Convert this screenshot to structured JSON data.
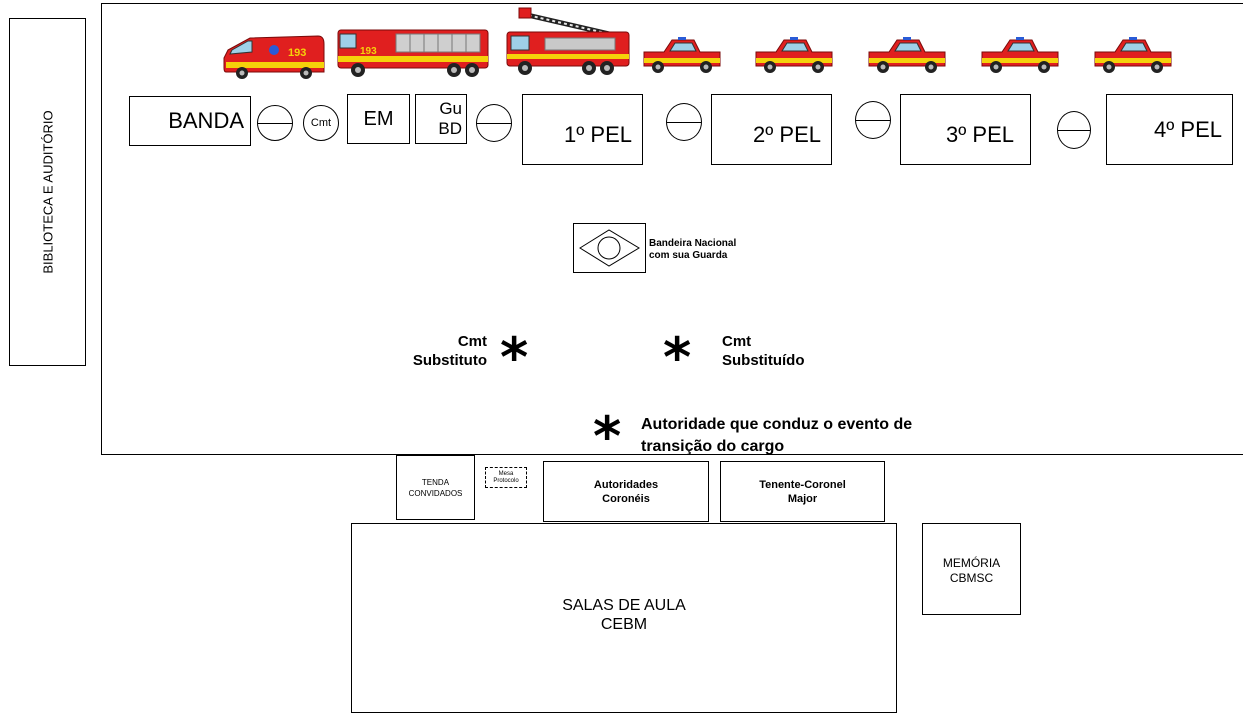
{
  "side_box": {
    "label": "BIBLIOTECA E AUDITÓRIO"
  },
  "formation": {
    "banda": "BANDA",
    "cmt": "Cmt",
    "em": "EM",
    "gu_bd": "Gu\nBD",
    "pel1": "1º PEL",
    "pel2": "2º PEL",
    "pel3": "3º PEL",
    "pel4": "4º PEL"
  },
  "vehicles": {
    "ambulance_number": "193",
    "truck_number": "193",
    "pickup_count": 5
  },
  "flag": {
    "label": "Bandeira Nacional\ncom sua Guarda"
  },
  "positions": {
    "cmt_substituto": "Cmt\nSubstituto",
    "cmt_substituido": "Cmt\nSubstituído",
    "autoridade": "Autoridade que conduz o evento de\ntransição do cargo"
  },
  "bottom": {
    "tenda": "TENDA\nCONVIDADOS",
    "mesa": "Mesa\nProtocolo",
    "autoridades": "Autoridades\nCoronéis",
    "tenente": "Tenente-Coronel\nMajor",
    "salas": "SALAS DE AULA\nCEBM",
    "memoria": "MEMÓRIA\nCBMSC"
  },
  "colors": {
    "vehicle_red": "#e01f1f",
    "vehicle_yellow": "#f5d20a",
    "border": "#000000"
  },
  "symbols": {
    "position_marker": "asterisk",
    "platoon_marker": "circle-with-bar"
  }
}
